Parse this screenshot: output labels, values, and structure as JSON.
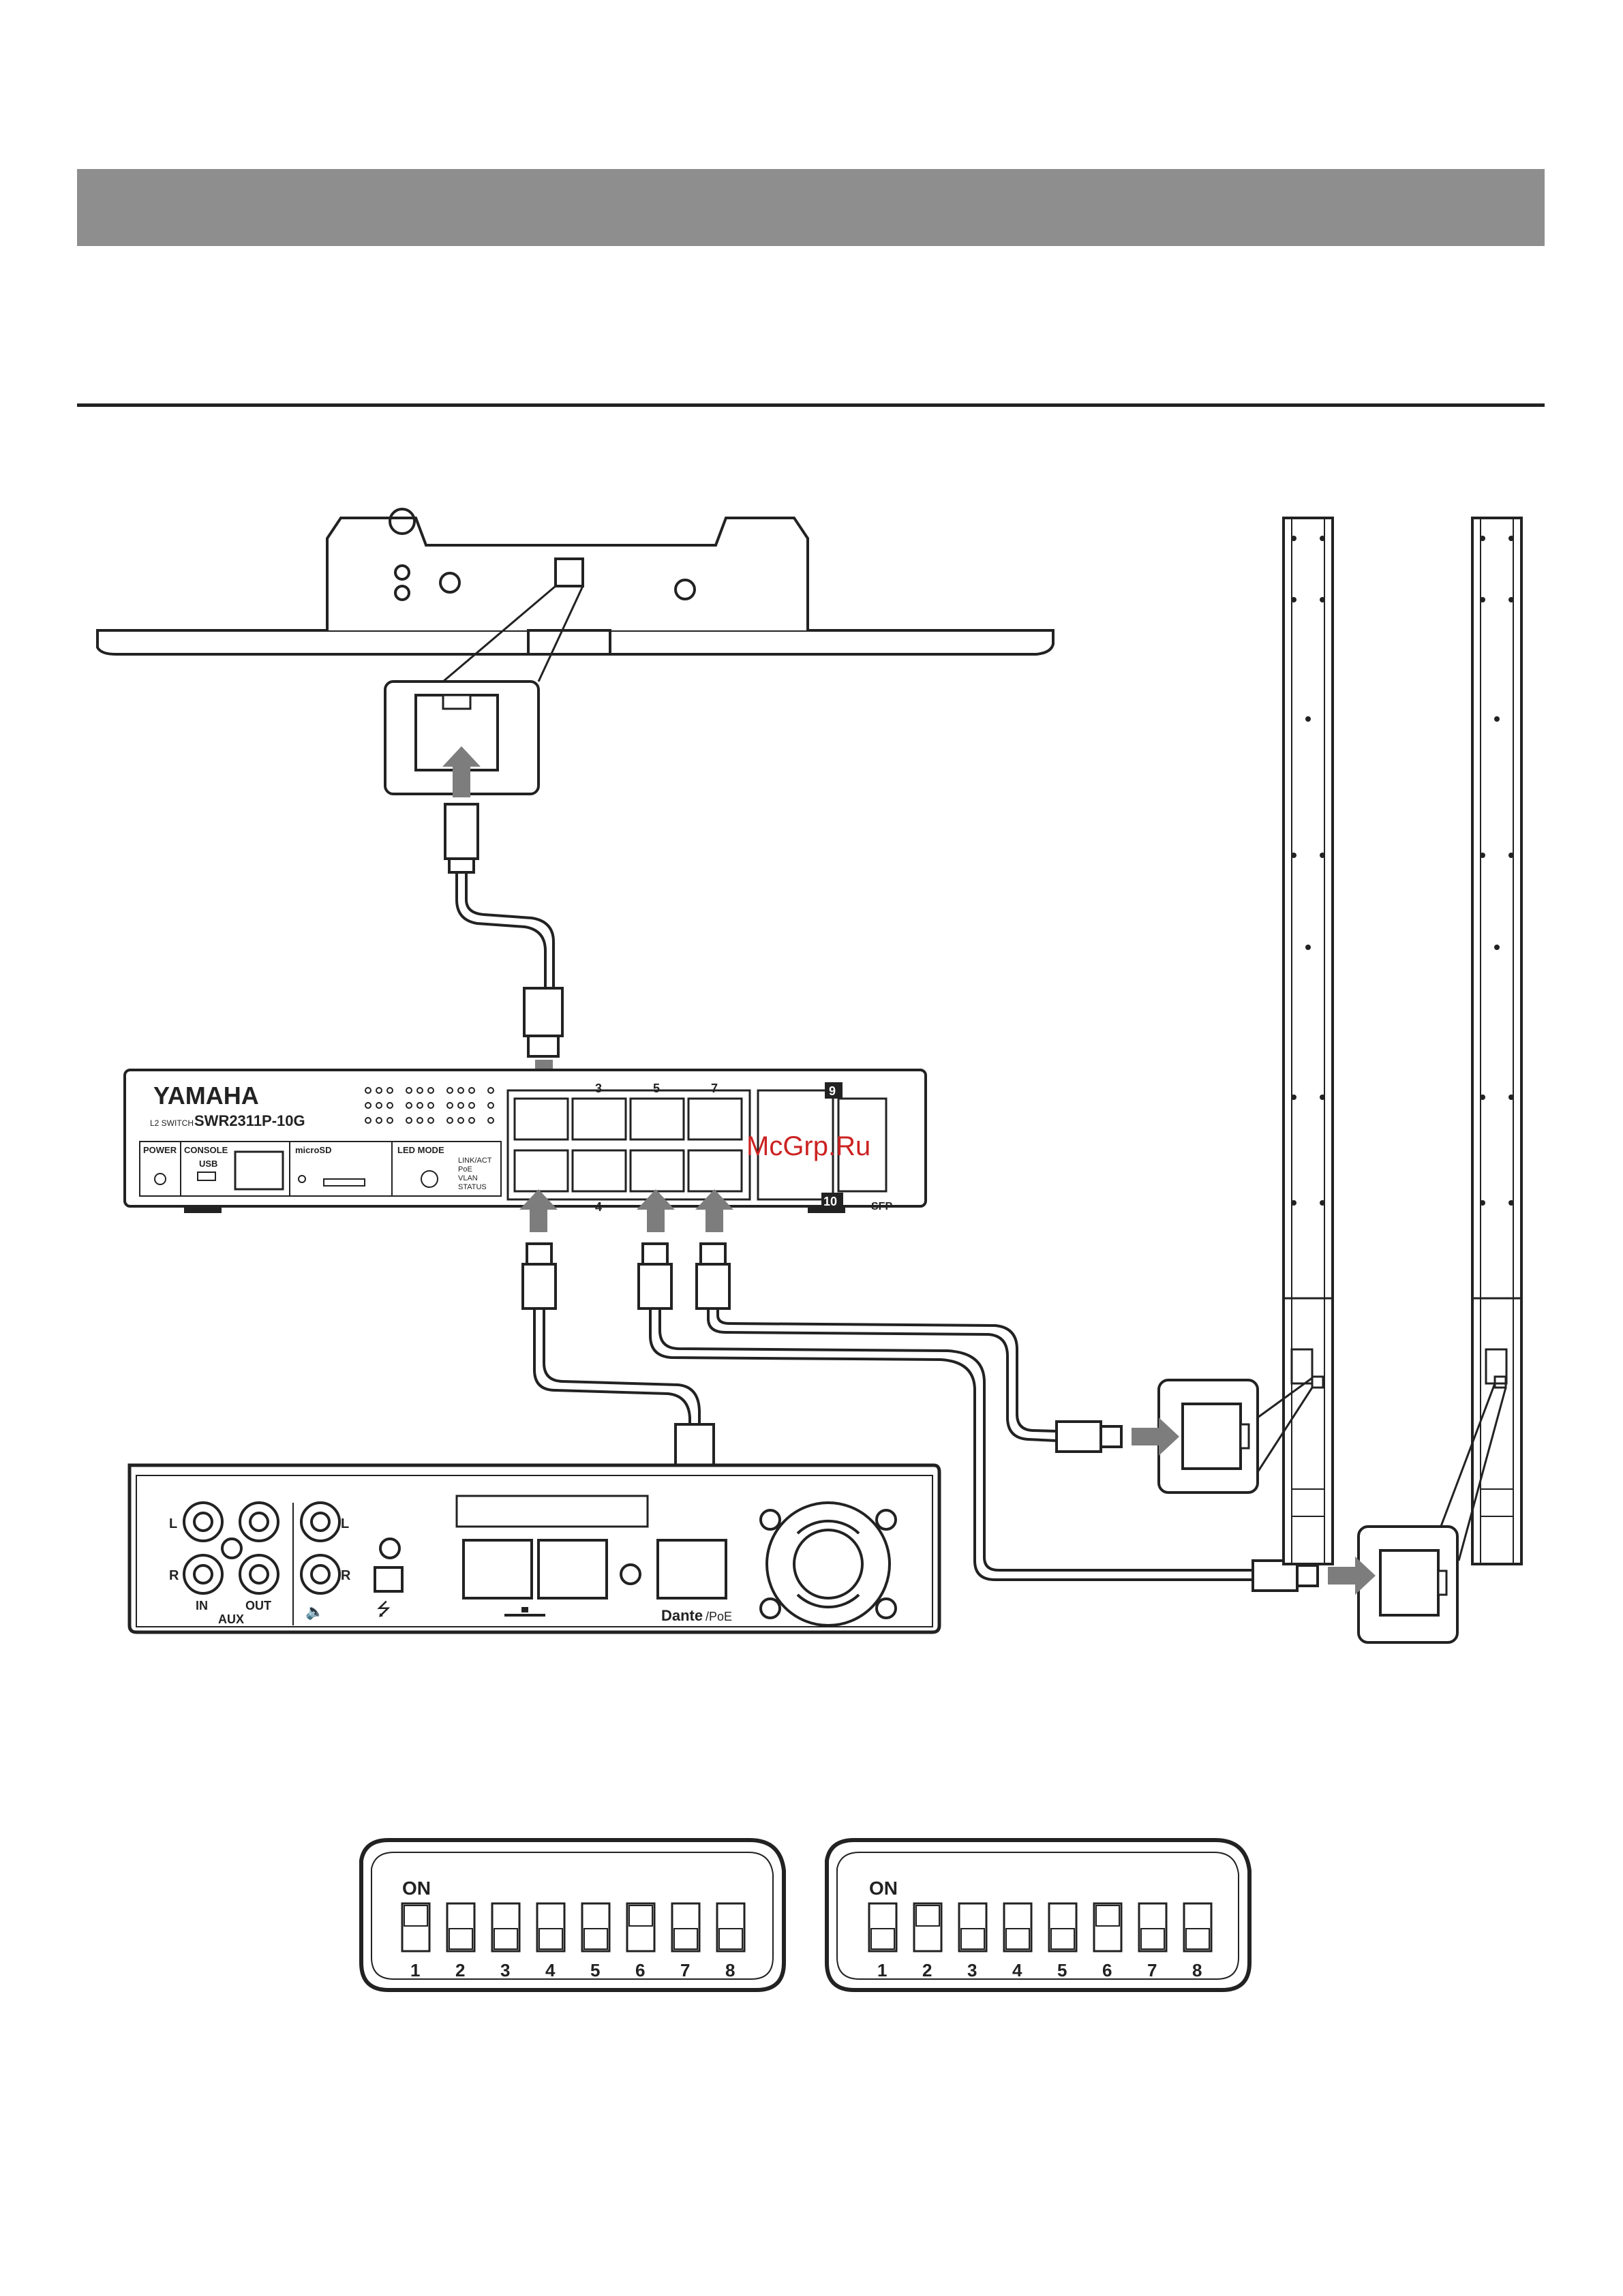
{
  "header": {
    "bar_color": "#8e8e8e",
    "rule_color": "#222222"
  },
  "switch": {
    "brand": "YAMAHA",
    "category": "L2 SWITCH",
    "model": "SWR2311P-10G",
    "sections": [
      "POWER",
      "CONSOLE",
      "USB",
      "microSD",
      "LED MODE"
    ],
    "led_modes": [
      "LINK/ACT",
      "PoE",
      "VLAN",
      "STATUS"
    ],
    "port_top_labels": [
      "3",
      "5",
      "7"
    ],
    "port_bottom_label": "4",
    "sfp_top": "9",
    "sfp_bottom": "10",
    "sfp_label": "SFP"
  },
  "watermark": "McGrp.Ru",
  "amp": {
    "aux_L": "L",
    "aux_R": "R",
    "aux_in": "IN",
    "aux_out": "OUT",
    "aux_label": "AUX",
    "spk_L": "L",
    "spk_R": "R",
    "dante": "Dante",
    "poe": "/PoE",
    "usb_symbol": "⭍",
    "spk_symbol": "🔈"
  },
  "dip_switches": [
    {
      "on_label": "ON",
      "numbers": [
        "1",
        "2",
        "3",
        "4",
        "5",
        "6",
        "7",
        "8"
      ],
      "states": [
        1,
        0,
        0,
        0,
        0,
        1,
        0,
        0
      ]
    },
    {
      "on_label": "ON",
      "numbers": [
        "1",
        "2",
        "3",
        "4",
        "5",
        "6",
        "7",
        "8"
      ],
      "states": [
        0,
        1,
        0,
        0,
        0,
        1,
        0,
        0
      ]
    }
  ],
  "colors": {
    "arrow": "#7d7d7d",
    "cable": "#222222",
    "accent_red": "#cc2222"
  }
}
